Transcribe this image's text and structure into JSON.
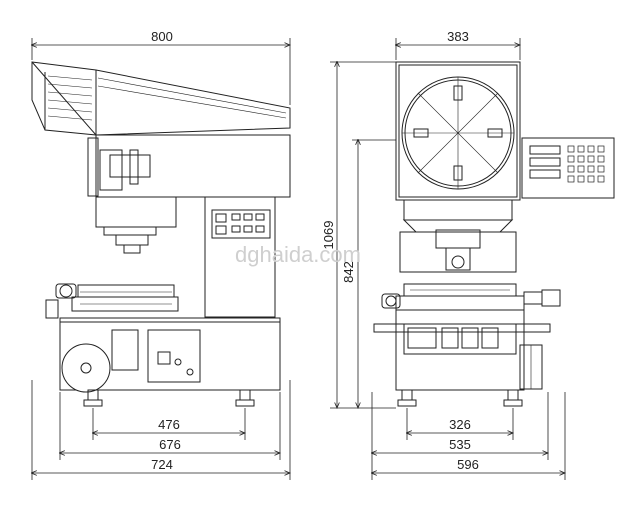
{
  "dimensions": {
    "side_width_top": "800",
    "front_width_top": "383",
    "front_height_total": "1069",
    "front_height_base": "842",
    "side_feet_inner": "476",
    "side_base_mid": "676",
    "side_overall": "724",
    "front_feet_inner": "326",
    "front_base_mid": "535",
    "front_overall": "596"
  },
  "watermark": "dghaida.com"
}
